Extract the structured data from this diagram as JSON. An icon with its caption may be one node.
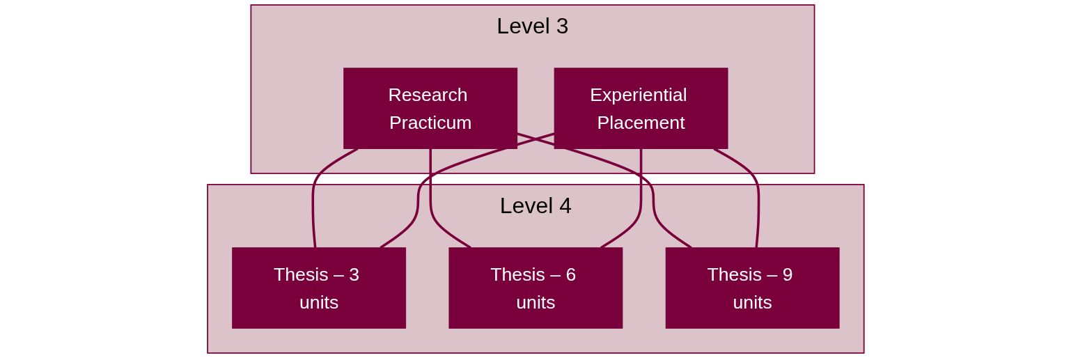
{
  "diagram": {
    "nodes": [
      {
        "text": [
          "Level 3"
        ]
      },
      {
        "text": [
          "Research Practicum"
        ],
        "in": 0
      },
      {
        "text": [
          "Experiential Placement"
        ],
        "in": 0
      },
      {
        "text": [
          "Level 4"
        ]
      },
      {
        "text": [
          "Thesis – 3 units"
        ],
        "in": 3
      },
      {
        "text": [
          "Thesis – 6 units"
        ],
        "in": 3
      },
      {
        "text": [
          "Thesis – 9 units"
        ],
        "in": 3
      }
    ],
    "edges": [
      {
        "from": 1,
        "to": 4,
        "arrow": "none"
      },
      {
        "from": 1,
        "to": 5,
        "arrow": "none"
      },
      {
        "from": 1,
        "to": 6,
        "arrow": "none"
      },
      {
        "from": 2,
        "to": 4,
        "arrow": "none"
      },
      {
        "from": 2,
        "to": 5,
        "arrow": "none"
      },
      {
        "from": 2,
        "to": 6,
        "arrow": "none"
      }
    ]
  }
}
